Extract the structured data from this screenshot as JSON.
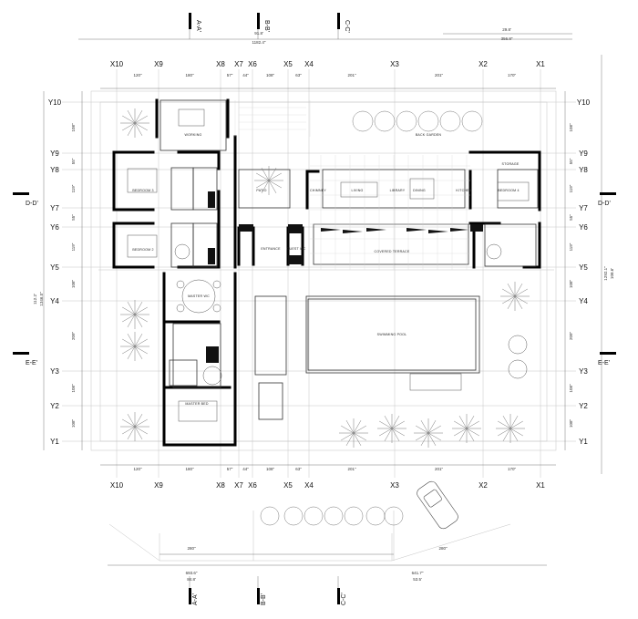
{
  "grid": {
    "columns": [
      "X10",
      "X9",
      "X8",
      "X7",
      "X6",
      "X5",
      "X4",
      "X3",
      "X2",
      "X1"
    ],
    "rows": [
      "Y10",
      "Y9",
      "Y8",
      "Y7",
      "Y6",
      "Y5",
      "Y4",
      "Y3",
      "Y2",
      "Y1"
    ]
  },
  "sections": {
    "a": "A-A'",
    "b": "B-B'",
    "c": "C-C'",
    "d": "D-D'",
    "e": "E-E'"
  },
  "dimensions": {
    "overall_top": "91.8'",
    "overall_top_metric": "1182.4\"",
    "right_top": "29.8'",
    "right_top_metric": "356.8\"",
    "col_spacing": [
      "120\"",
      "180\"",
      "57\"",
      "44\"",
      "108\"",
      "63\"",
      "201\"",
      "201\"",
      "170\""
    ],
    "row_spacing": [
      "108\"",
      "55\"",
      "119\"",
      "55\"",
      "119\"",
      "108\"",
      "209\"",
      "108\"",
      "108\""
    ],
    "bottom_left": "280\"",
    "bottom_right": "280\"",
    "bottom_total_left": "693.6\"",
    "bottom_total_left_ft": "84.8'",
    "bottom_total_right": "641.7\"",
    "bottom_total_right_ft": "53.5'",
    "left_total": "112.2'",
    "left_total_metric": "1346.5\"",
    "right_total": "1292.1\"",
    "right_total_ft": "108.6'"
  },
  "rooms": {
    "working": "WORKING",
    "back_garden": "BACK GARDEN",
    "patio": "PATIO",
    "bedroom_3": "BEDROOM 3",
    "bedroom_2": "BEDROOM 2",
    "bedroom_4": "BEDROOM 4",
    "chimney": "CHIMNEY",
    "living": "LIVING",
    "library": "LIBRARY",
    "dining": "DINING",
    "kitchen": "KITCHEN",
    "storage": "STORAGE",
    "entrance": "ENTRANCE",
    "guest_wc": "GUEST WC",
    "covered_terrace": "COVERED TERRACE",
    "master_bed": "MASTER BED",
    "master_wc": "MASTER WC",
    "swimming_pool": "SWIMMING POOL"
  }
}
